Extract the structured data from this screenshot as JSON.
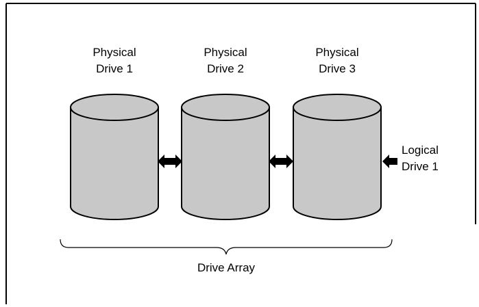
{
  "drives": [
    {
      "label_line1": "Physical",
      "label_line2": "Drive 1"
    },
    {
      "label_line1": "Physical",
      "label_line2": "Drive 2"
    },
    {
      "label_line1": "Physical",
      "label_line2": "Drive 3"
    }
  ],
  "logical_drive": {
    "label_line1": "Logical",
    "label_line2": "Drive 1"
  },
  "array_label": "Drive Array",
  "colors": {
    "cylinder_fill": "#c8c8c8",
    "stroke": "#000000",
    "arrow": "#000000",
    "background": "#ffffff"
  }
}
